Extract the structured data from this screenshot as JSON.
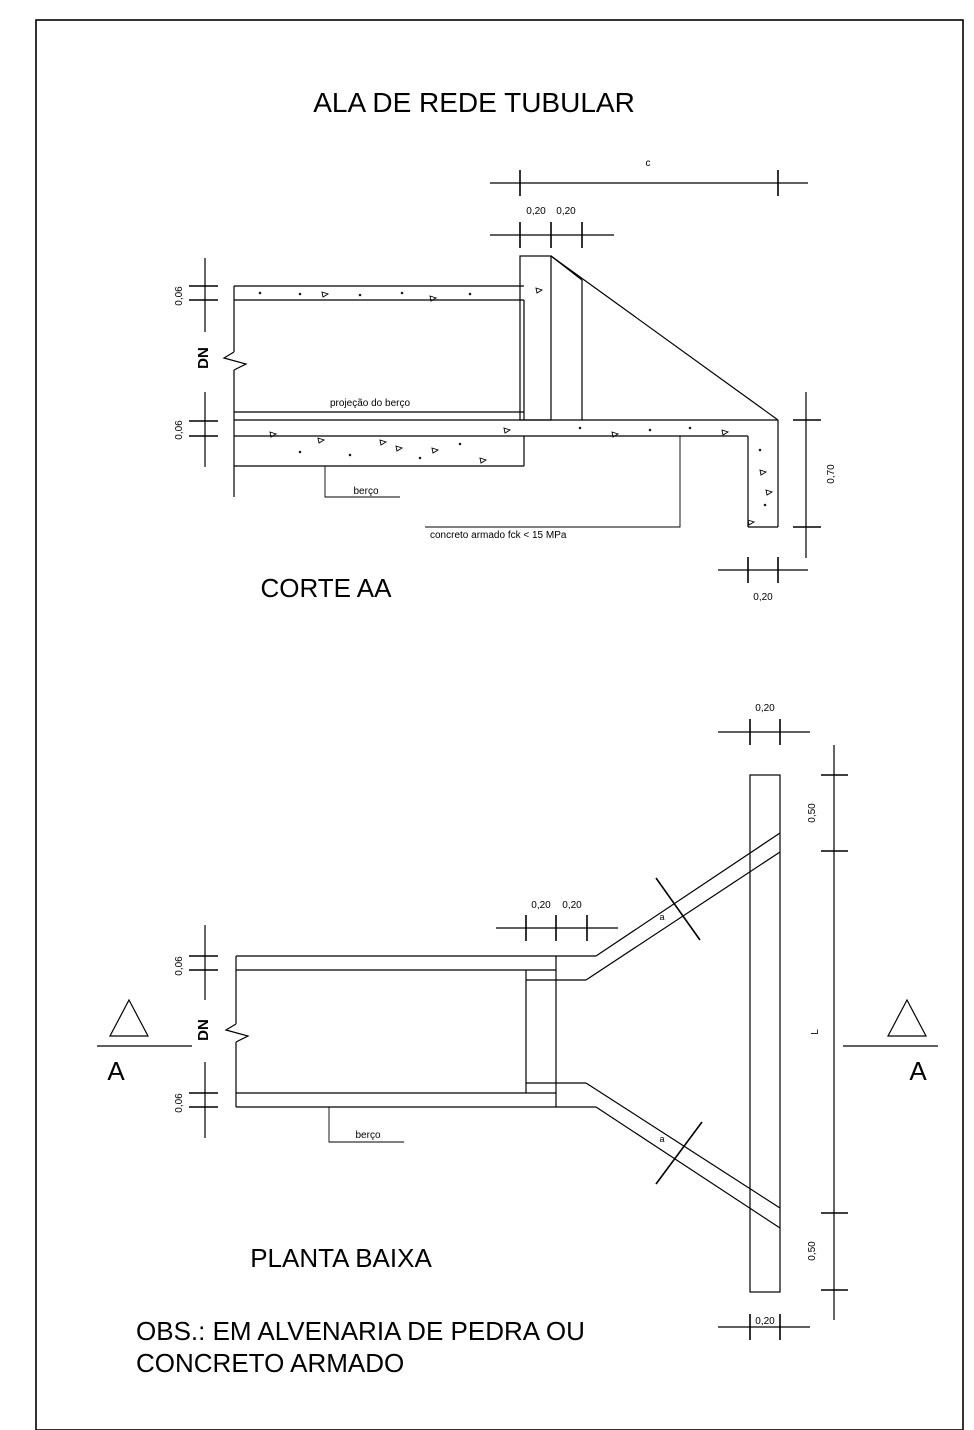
{
  "title": "ALA DE REDE TUBULAR",
  "section": {
    "title": "CORTE AA",
    "dim_c": "c",
    "dim_top_1": "0,20",
    "dim_top_2": "0,20",
    "dim_left_top": "0,06",
    "dim_left_bottom": "0,06",
    "dn": "DN",
    "label_projection": "projeção do berço",
    "label_cradle": "berço",
    "label_concrete": "concreto armado fck < 15 MPa",
    "dim_right": "0,70",
    "dim_bottom": "0,20"
  },
  "plan": {
    "title": "PLANTA BAIXA",
    "dim_top_right": "0,20",
    "dim_top_1": "0,20",
    "dim_top_2": "0,20",
    "dim_left_top": "0,06",
    "dim_left_bottom": "0,06",
    "dn": "DN",
    "label_cradle": "berço",
    "wing_label_top": "a",
    "wing_label_bottom": "a",
    "dim_right_top": "0,50",
    "dim_right_mid": "L",
    "dim_right_bottom": "0,50",
    "dim_bottom_right": "0,20",
    "section_mark_left": "A",
    "section_mark_right": "A"
  },
  "note_line1": "OBS.: EM ALVENARIA DE PEDRA OU",
  "note_line2": "CONCRETO ARMADO"
}
